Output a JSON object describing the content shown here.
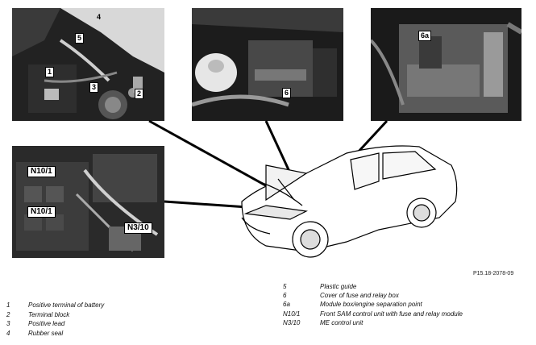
{
  "callouts": {
    "p1": [
      "4",
      "5",
      "1",
      "3",
      "2"
    ],
    "p2": [
      "6"
    ],
    "p3": [
      "6a"
    ],
    "p4": [
      "N10/1",
      "N10/1",
      "N3/10"
    ]
  },
  "ref_code": "P15.18-2078-09",
  "legend_left": [
    {
      "key": "1",
      "text": "Positive terminal of battery"
    },
    {
      "key": "2",
      "text": "Terminal block"
    },
    {
      "key": "3",
      "text": "Positive lead"
    },
    {
      "key": "4",
      "text": "Rubber seal"
    }
  ],
  "legend_right": [
    {
      "key": "5",
      "text": "Plastic guide"
    },
    {
      "key": "6",
      "text": "Cover of fuse and relay box"
    },
    {
      "key": "6a",
      "text": "Module box/engine separation point"
    },
    {
      "key": "N10/1",
      "text": "Front SAM control unit with fuse and relay module"
    },
    {
      "key": "N3/10",
      "text": "ME control unit"
    }
  ]
}
